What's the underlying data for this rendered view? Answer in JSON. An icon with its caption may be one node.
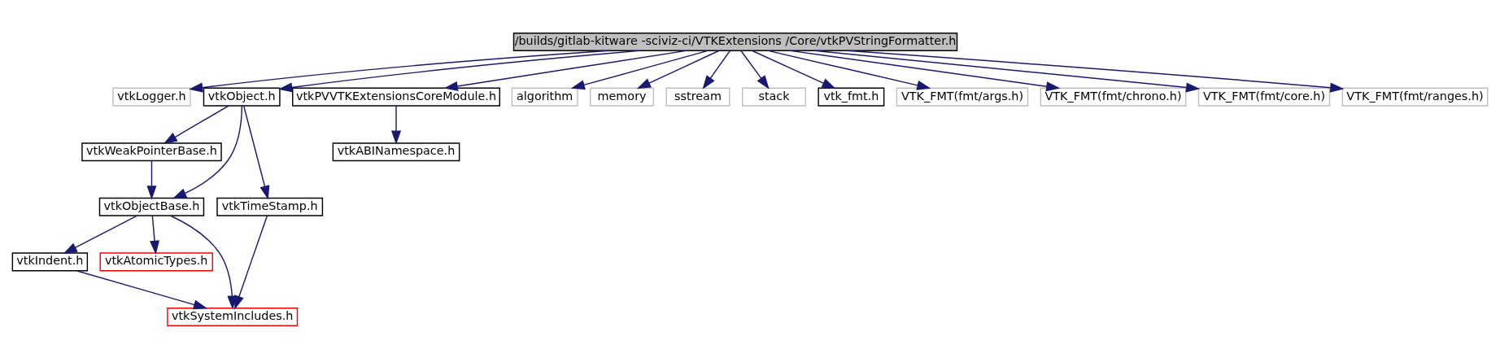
{
  "diagram": {
    "nodes": [
      {
        "text": [
          "/builds/gitlab-kitware -sciviz-ci/VTKExtensions /Core/vtkPVStringFormatter.h"
        ]
      },
      {
        "text": [
          "vtkLogger.h"
        ]
      },
      {
        "text": [
          "vtkObject.h"
        ]
      },
      {
        "text": [
          "vtkPVVTKExtensionsCoreModule.h"
        ]
      },
      {
        "text": [
          "algorithm"
        ]
      },
      {
        "text": [
          "memory"
        ]
      },
      {
        "text": [
          "sstream"
        ]
      },
      {
        "text": [
          "stack"
        ]
      },
      {
        "text": [
          "vtk_fmt.h"
        ]
      },
      {
        "text": [
          "VTK_FMT(fmt/args.h)"
        ]
      },
      {
        "text": [
          "VTK_FMT(fmt/chrono.h)"
        ]
      },
      {
        "text": [
          "VTK_FMT(fmt/core.h)"
        ]
      },
      {
        "text": [
          "VTK_FMT(fmt/ranges.h)"
        ]
      },
      {
        "text": [
          "vtkABINamespace.h"
        ]
      },
      {
        "text": [
          "vtkWeakPointerBase.h"
        ]
      },
      {
        "text": [
          "vtkObjectBase.h"
        ]
      },
      {
        "text": [
          "vtkTimeStamp.h"
        ]
      },
      {
        "text": [
          "vtkIndent.h"
        ]
      },
      {
        "text": [
          "vtkAtomicTypes.h"
        ]
      },
      {
        "text": [
          "vtkSystemIncludes.h"
        ]
      }
    ],
    "edges": [
      {
        "from": 0,
        "to": 1,
        "arrow": "to"
      },
      {
        "from": 0,
        "to": 2,
        "arrow": "to"
      },
      {
        "from": 0,
        "to": 3,
        "arrow": "to"
      },
      {
        "from": 0,
        "to": 4,
        "arrow": "to"
      },
      {
        "from": 0,
        "to": 5,
        "arrow": "to"
      },
      {
        "from": 0,
        "to": 6,
        "arrow": "to"
      },
      {
        "from": 0,
        "to": 7,
        "arrow": "to"
      },
      {
        "from": 0,
        "to": 8,
        "arrow": "to"
      },
      {
        "from": 0,
        "to": 9,
        "arrow": "to"
      },
      {
        "from": 0,
        "to": 10,
        "arrow": "to"
      },
      {
        "from": 0,
        "to": 11,
        "arrow": "to"
      },
      {
        "from": 0,
        "to": 12,
        "arrow": "to"
      },
      {
        "from": 2,
        "to": 15,
        "arrow": "to"
      },
      {
        "from": 2,
        "to": 14,
        "arrow": "to"
      },
      {
        "from": 2,
        "to": 16,
        "arrow": "to"
      },
      {
        "from": 3,
        "to": 13,
        "arrow": "to"
      },
      {
        "from": 14,
        "to": 15,
        "arrow": "to"
      },
      {
        "from": 15,
        "to": 17,
        "arrow": "to"
      },
      {
        "from": 15,
        "to": 19,
        "arrow": "to"
      },
      {
        "from": 15,
        "to": 18,
        "arrow": "to"
      },
      {
        "from": 16,
        "to": 19,
        "arrow": "to"
      },
      {
        "from": 17,
        "to": 19,
        "arrow": "to"
      }
    ]
  }
}
